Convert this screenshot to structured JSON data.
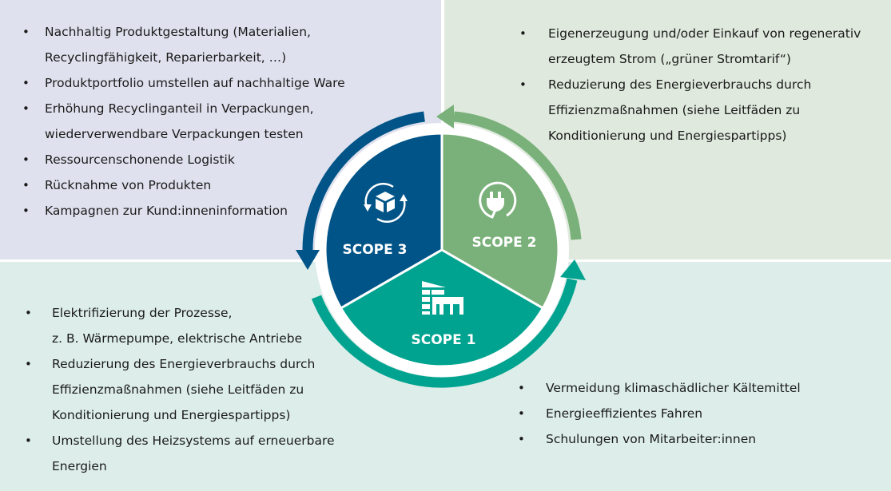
{
  "scope3": {
    "label": "SCOPE 3",
    "color": "#005487",
    "icon": "recycle-box-icon",
    "measures": [
      [
        "Nachhaltig Produktgestaltung (Materialien,",
        "Recyclingfähigkeit, Reparierbarkeit, …)"
      ],
      [
        "Produktportfolio umstellen auf nachhaltige Ware"
      ],
      [
        "Erhöhung Recyclinganteil in Verpackungen,",
        "wiederverwendbare Verpackungen testen"
      ],
      [
        "Ressourcenschonende Logistik"
      ],
      [
        "Rücknahme von Produkten"
      ],
      [
        "Kampagnen zur Kund:inneninformation"
      ]
    ]
  },
  "scope2": {
    "label": "SCOPE 2",
    "color": "#7ab07a",
    "icon": "plug-icon",
    "measures": [
      [
        "Eigenerzeugung und/oder Einkauf von regenerativ",
        "erzeugtem Strom („grüner Stromtarif“)"
      ],
      [
        "Reduzierung des Energieverbrauchs durch",
        "Effizienzmaßnahmen (siehe Leitfäden zu",
        "Konditionierung und Energiespartipps)"
      ]
    ]
  },
  "scope1": {
    "label": "SCOPE 1",
    "color": "#00a38f",
    "icon": "factory-icon",
    "measures_left": [
      [
        "Elektrifizierung der Prozesse,",
        "z. B. Wärmepumpe, elektrische Antriebe"
      ],
      [
        "Reduzierung des Energieverbrauchs durch",
        "Effizienzmaßnahmen (siehe Leitfäden zu",
        "Konditionierung und Energiespartipps)"
      ],
      [
        "Umstellung des Heizsystems auf erneuerbare",
        "Energien"
      ]
    ],
    "measures_right": [
      [
        "Vermeidung klimaschädlicher Kältemittel"
      ],
      [
        "Energieeffizientes Fahren"
      ],
      [
        "Schulungen von Mitarbeiter:innen"
      ]
    ]
  }
}
